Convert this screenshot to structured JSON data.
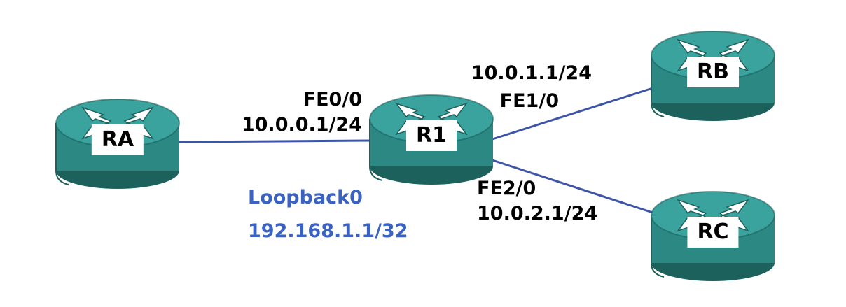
{
  "routers": {
    "ra": {
      "label": "RA"
    },
    "r1": {
      "label": "R1"
    },
    "rb": {
      "label": "RB"
    },
    "rc": {
      "label": "RC"
    }
  },
  "links": {
    "ra_r1": {
      "r1_interface": "FE0/0",
      "r1_address": "10.0.0.1/24"
    },
    "r1_rb": {
      "r1_interface": "FE1/0",
      "r1_address": "10.0.1.1/24"
    },
    "r1_rc": {
      "r1_interface": "FE2/0",
      "r1_address": "10.0.2.1/24"
    }
  },
  "loopback": {
    "name": "Loopback0",
    "address": "192.168.1.1/32"
  },
  "colors": {
    "router_top": "#3aa39d",
    "router_side": "#2b8883",
    "router_dark": "#1d615d",
    "link": "#3d55a8",
    "loopback_text": "#3a62c2"
  }
}
